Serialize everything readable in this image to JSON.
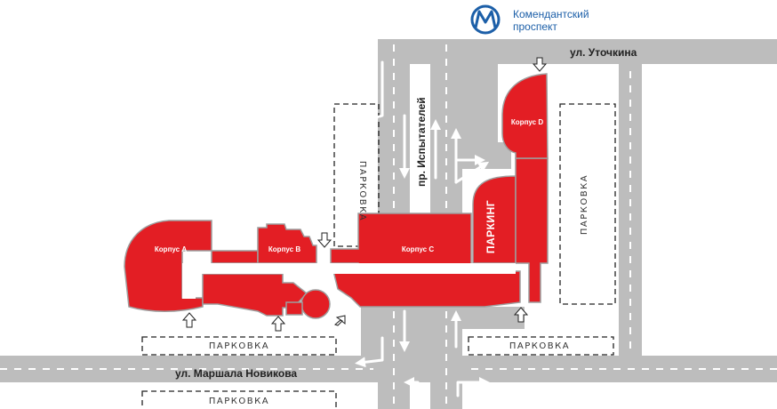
{
  "metro": {
    "line1": "Комендантский",
    "line2": "проспект",
    "icon": "metro-m-icon",
    "color": "#1c5fa8"
  },
  "streets": {
    "utochkina": "ул. Уточкина",
    "ispytateley": "пр. Испытателей",
    "novikova": "ул. Маршала Новикова"
  },
  "parking": {
    "label": "ПАРКОВКА",
    "inner_parking": "ПАРКИНГ"
  },
  "buildings": {
    "a": "Корпус А",
    "b": "Корпус В",
    "c": "Корпус С",
    "d": "Корпус D"
  },
  "colors": {
    "building_red": "#e31e24",
    "road_gray": "#bdbdbd",
    "road_edge": "#9e9e9e",
    "lane_white": "#ffffff"
  }
}
